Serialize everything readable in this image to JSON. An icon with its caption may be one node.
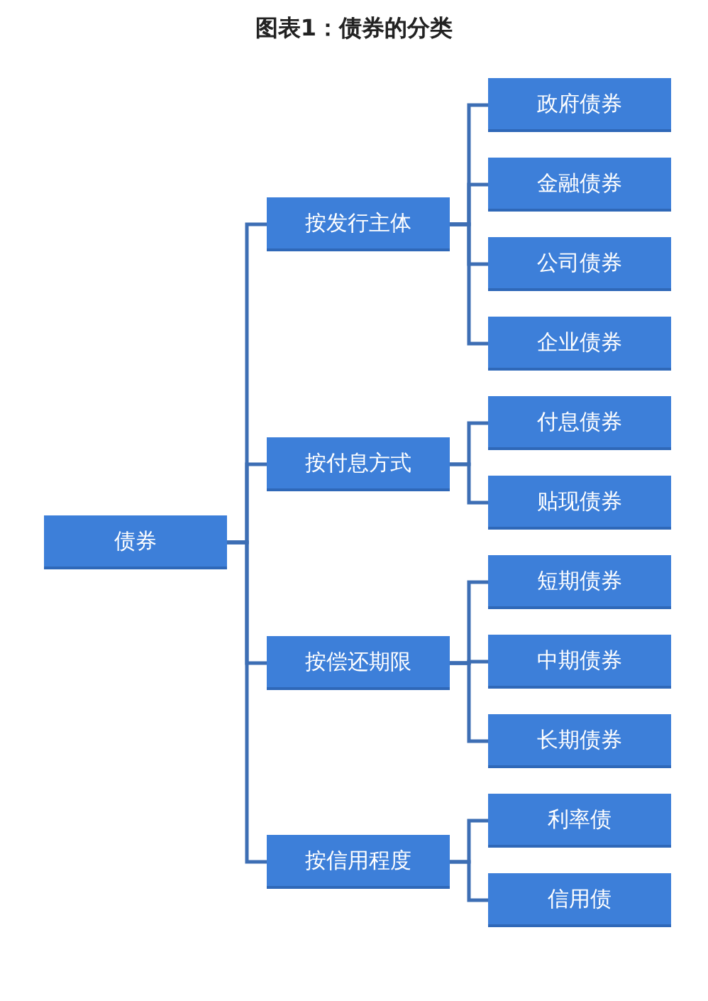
{
  "diagram": {
    "title": "图表1：债券的分类",
    "nodes": [
      {
        "text": [
          "债券"
        ]
      },
      {
        "text": [
          "按发行主体"
        ]
      },
      {
        "text": [
          "政府债券"
        ]
      },
      {
        "text": [
          "金融债券"
        ]
      },
      {
        "text": [
          "公司债券"
        ]
      },
      {
        "text": [
          "企业债券"
        ]
      },
      {
        "text": [
          "按付息方式"
        ]
      },
      {
        "text": [
          "付息债券"
        ]
      },
      {
        "text": [
          "贴现债券"
        ]
      },
      {
        "text": [
          "按偿还期限"
        ]
      },
      {
        "text": [
          "短期债券"
        ]
      },
      {
        "text": [
          "中期债券"
        ]
      },
      {
        "text": [
          "长期债券"
        ]
      },
      {
        "text": [
          "按信用程度"
        ]
      },
      {
        "text": [
          "利率债"
        ]
      },
      {
        "text": [
          "信用债"
        ]
      }
    ],
    "edges": [
      {
        "from": 0,
        "to": 1,
        "arrow": "none"
      },
      {
        "from": 0,
        "to": 6,
        "arrow": "none"
      },
      {
        "from": 0,
        "to": 9,
        "arrow": "none"
      },
      {
        "from": 0,
        "to": 13,
        "arrow": "none"
      },
      {
        "from": 1,
        "to": 2,
        "arrow": "none"
      },
      {
        "from": 1,
        "to": 3,
        "arrow": "none"
      },
      {
        "from": 1,
        "to": 4,
        "arrow": "none"
      },
      {
        "from": 1,
        "to": 5,
        "arrow": "none"
      },
      {
        "from": 6,
        "to": 7,
        "arrow": "none"
      },
      {
        "from": 6,
        "to": 8,
        "arrow": "none"
      },
      {
        "from": 9,
        "to": 10,
        "arrow": "none"
      },
      {
        "from": 9,
        "to": 11,
        "arrow": "none"
      },
      {
        "from": 9,
        "to": 12,
        "arrow": "none"
      },
      {
        "from": 13,
        "to": 14,
        "arrow": "none"
      },
      {
        "from": 13,
        "to": 15,
        "arrow": "none"
      }
    ]
  }
}
